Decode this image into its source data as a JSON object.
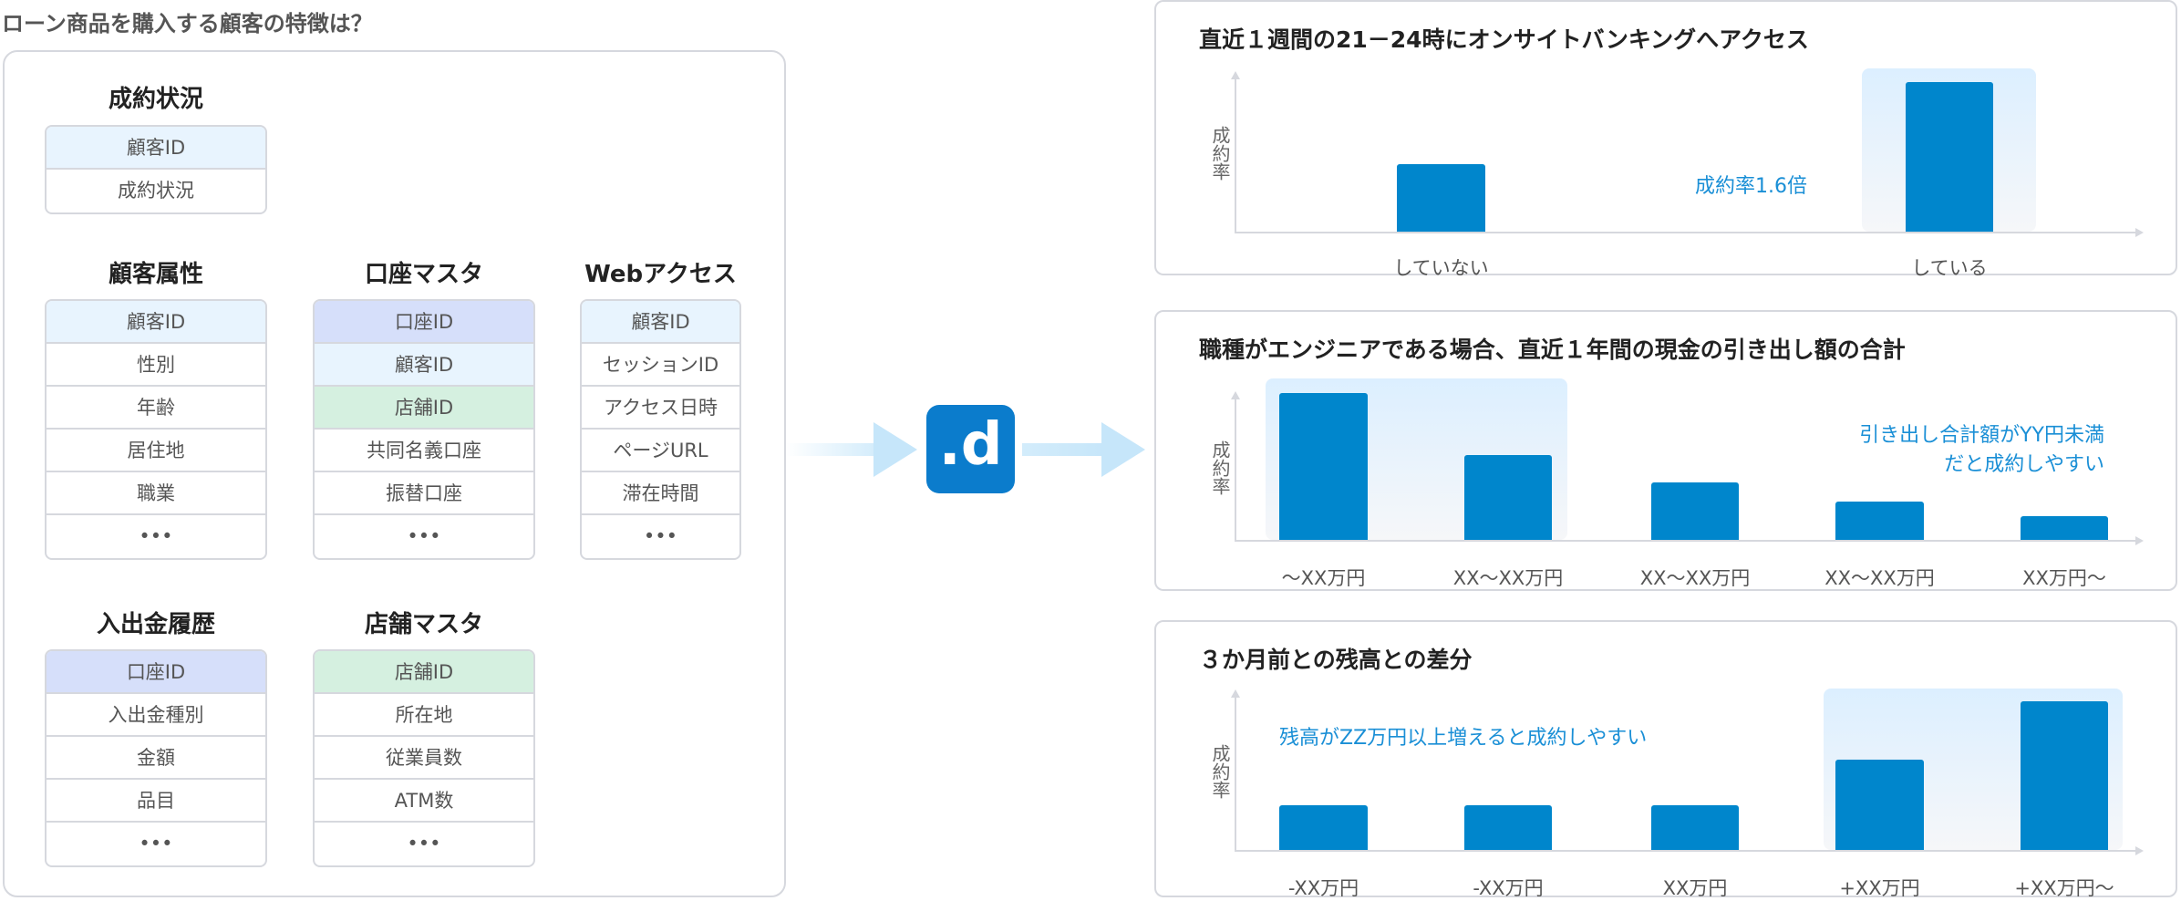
{
  "title": "ローン商品を購入する顧客の特徴は？",
  "tables": {
    "contract": {
      "name": "成約状況",
      "rows": [
        "顧客ID",
        "成約状況"
      ]
    },
    "customer": {
      "name": "顧客属性",
      "rows": [
        "顧客ID",
        "性別",
        "年齢",
        "居住地",
        "職業",
        "•••"
      ]
    },
    "account": {
      "name": "口座マスタ",
      "rows": [
        "口座ID",
        "顧客ID",
        "店舗ID",
        "共同名義口座",
        "振替口座",
        "•••"
      ]
    },
    "web": {
      "name": "Webアクセス",
      "rows": [
        "顧客ID",
        "セッションID",
        "アクセス日時",
        "ページURL",
        "滞在時間",
        "•••"
      ]
    },
    "txn": {
      "name": "入出金履歴",
      "rows": [
        "口座ID",
        "入出金種別",
        "金額",
        "品目",
        "•••"
      ]
    },
    "shop": {
      "name": "店舗マスタ",
      "rows": [
        "店舗ID",
        "所在地",
        "従業員数",
        "ATM数",
        "•••"
      ]
    }
  },
  "logo": {
    "text": ".d"
  },
  "colors": {
    "bar": "#0086cc",
    "annotation": "#1a8fd6",
    "customer_key": "#e8f4fe",
    "account_key": "#d6dffa",
    "shop_key": "#d5f0e0"
  },
  "chart_data": [
    {
      "type": "bar",
      "title": "直近１週間の21－24時にオンサイトバンキングへアクセス",
      "ylabel": "成約率",
      "categories": [
        "していない",
        "している"
      ],
      "values": [
        0.45,
        1.0
      ],
      "highlight": [
        1
      ],
      "annotation": "成約率1.6倍"
    },
    {
      "type": "bar",
      "title": "職種がエンジニアである場合、直近１年間の現金の引き出し額の合計",
      "ylabel": "成約率",
      "categories": [
        "～XX万円",
        "XX～XX万円",
        "XX～XX万円",
        "XX～XX万円",
        "XX万円～"
      ],
      "values": [
        1.0,
        0.58,
        0.39,
        0.26,
        0.16
      ],
      "highlight": [
        0,
        1
      ],
      "annotation": [
        "引き出し合計額がYY円未満",
        "だと成約しやすい"
      ]
    },
    {
      "type": "bar",
      "title": "３か月前との残高との差分",
      "ylabel": "成約率",
      "categories": [
        "-XX万円",
        "-XX万円",
        "XX万円",
        "+XX万円",
        "+XX万円～"
      ],
      "values": [
        0.3,
        0.3,
        0.3,
        0.61,
        1.0
      ],
      "highlight": [
        3,
        4
      ],
      "annotation": "残高がZZ万円以上増えると成約しやすい"
    }
  ]
}
